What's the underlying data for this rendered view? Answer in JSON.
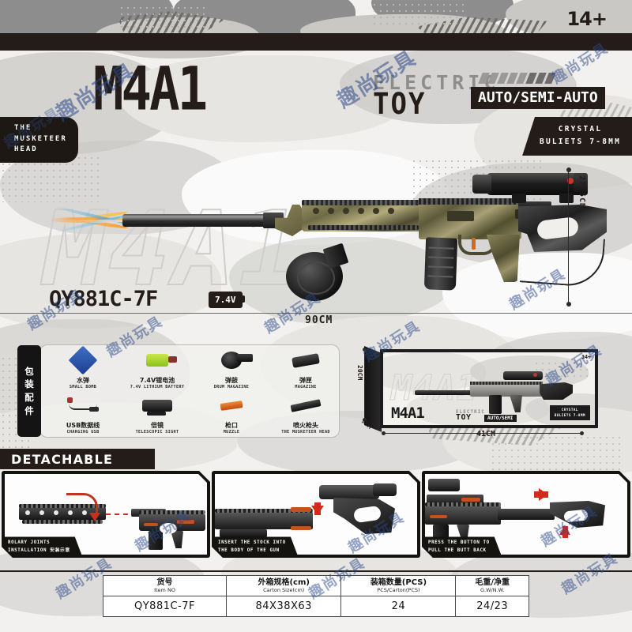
{
  "header": {
    "age_rating": "14+",
    "product_name": "M4A1",
    "electric_label": "ELECTRIC",
    "toy_label": "TOY",
    "fire_mode": "AUTO/SEMI-AUTO",
    "left_tag_line1": "THE",
    "left_tag_line2": "MUSKETEER",
    "left_tag_line3": "HEAD",
    "right_tag_line1": "CRYSTAL",
    "right_tag_line2": "BULIETS 7-8MM"
  },
  "hero": {
    "ghost_text": "M4A1",
    "model_no": "QY881C-7F",
    "battery_badge": "7.4V",
    "length_label": "90CM",
    "height_label": "27.5CM"
  },
  "accessories": {
    "tab_label_chars": [
      "包",
      "装",
      "配",
      "件"
    ],
    "items": [
      {
        "cn": "水弹",
        "en": "SMALL BOMB",
        "icon": "crystal-bomb-icon"
      },
      {
        "cn": "7.4V锂电池",
        "en": "7.4V LITHIUM BATTERY",
        "icon": "battery-icon"
      },
      {
        "cn": "弹鼓",
        "en": "DRUM MAGAZINE",
        "icon": "drum-magazine-icon"
      },
      {
        "cn": "弹匣",
        "en": "MAGAZINE",
        "icon": "magazine-icon"
      },
      {
        "cn": "USB数据线",
        "en": "CHARGING USB",
        "icon": "usb-cable-icon"
      },
      {
        "cn": "倍镜",
        "en": "TELESCOPIC SIGHT",
        "icon": "scope-icon"
      },
      {
        "cn": "枪口",
        "en": "MUZZLE",
        "icon": "muzzle-icon"
      },
      {
        "cn": "喷火枪头",
        "en": "THE MUSKETEER HEAD",
        "icon": "musketeer-head-icon"
      }
    ]
  },
  "package_box": {
    "width_label": "41CM",
    "height_label": "20CM",
    "depth_label": "9CM",
    "box_age": "14+",
    "box_title": "M4A1",
    "box_electric": "ELECTRIC",
    "box_toy": "TOY",
    "box_auto": "AUTO/SEMI",
    "box_crystal_line1": "CRYSTAL",
    "box_crystal_line2": "BULIETS 7-8MM"
  },
  "detachable": {
    "section_title": "DETACHABLE",
    "panels": [
      {
        "caption_line1": "ROLARY JOINTS",
        "caption_line2": "INSTALLATION 安装示意"
      },
      {
        "caption_line1": "INSERT THE STOCK INTO",
        "caption_line2": "THE BODY OF THE GUN"
      },
      {
        "caption_line1": "PRESS THE BUTTON TO",
        "caption_line2": "PULL THE BUTT BACK"
      }
    ]
  },
  "spec_table": {
    "headers": [
      {
        "cn": "货号",
        "en": "Item NO"
      },
      {
        "cn": "外箱规格(cm)",
        "en": "Carton Size(cm)"
      },
      {
        "cn": "装箱数量(PCS)",
        "en": "PCS/Carton(PCS)"
      },
      {
        "cn": "毛重/净重",
        "en": "G.W/N.W."
      }
    ],
    "rows": [
      [
        "QY881C-7F",
        "84X38X63",
        "24",
        "24/23"
      ]
    ]
  },
  "watermarks": {
    "text": "趣尚玩具",
    "color": "#2d4a8a"
  },
  "colors": {
    "dark": "#241c18",
    "accent_red": "#d12b1e",
    "camo_dark": "#8d8d8d",
    "camo_mid": "#c9c8c5",
    "camo_light": "#e6e5e2",
    "page_bg": "#f2f1ef"
  }
}
